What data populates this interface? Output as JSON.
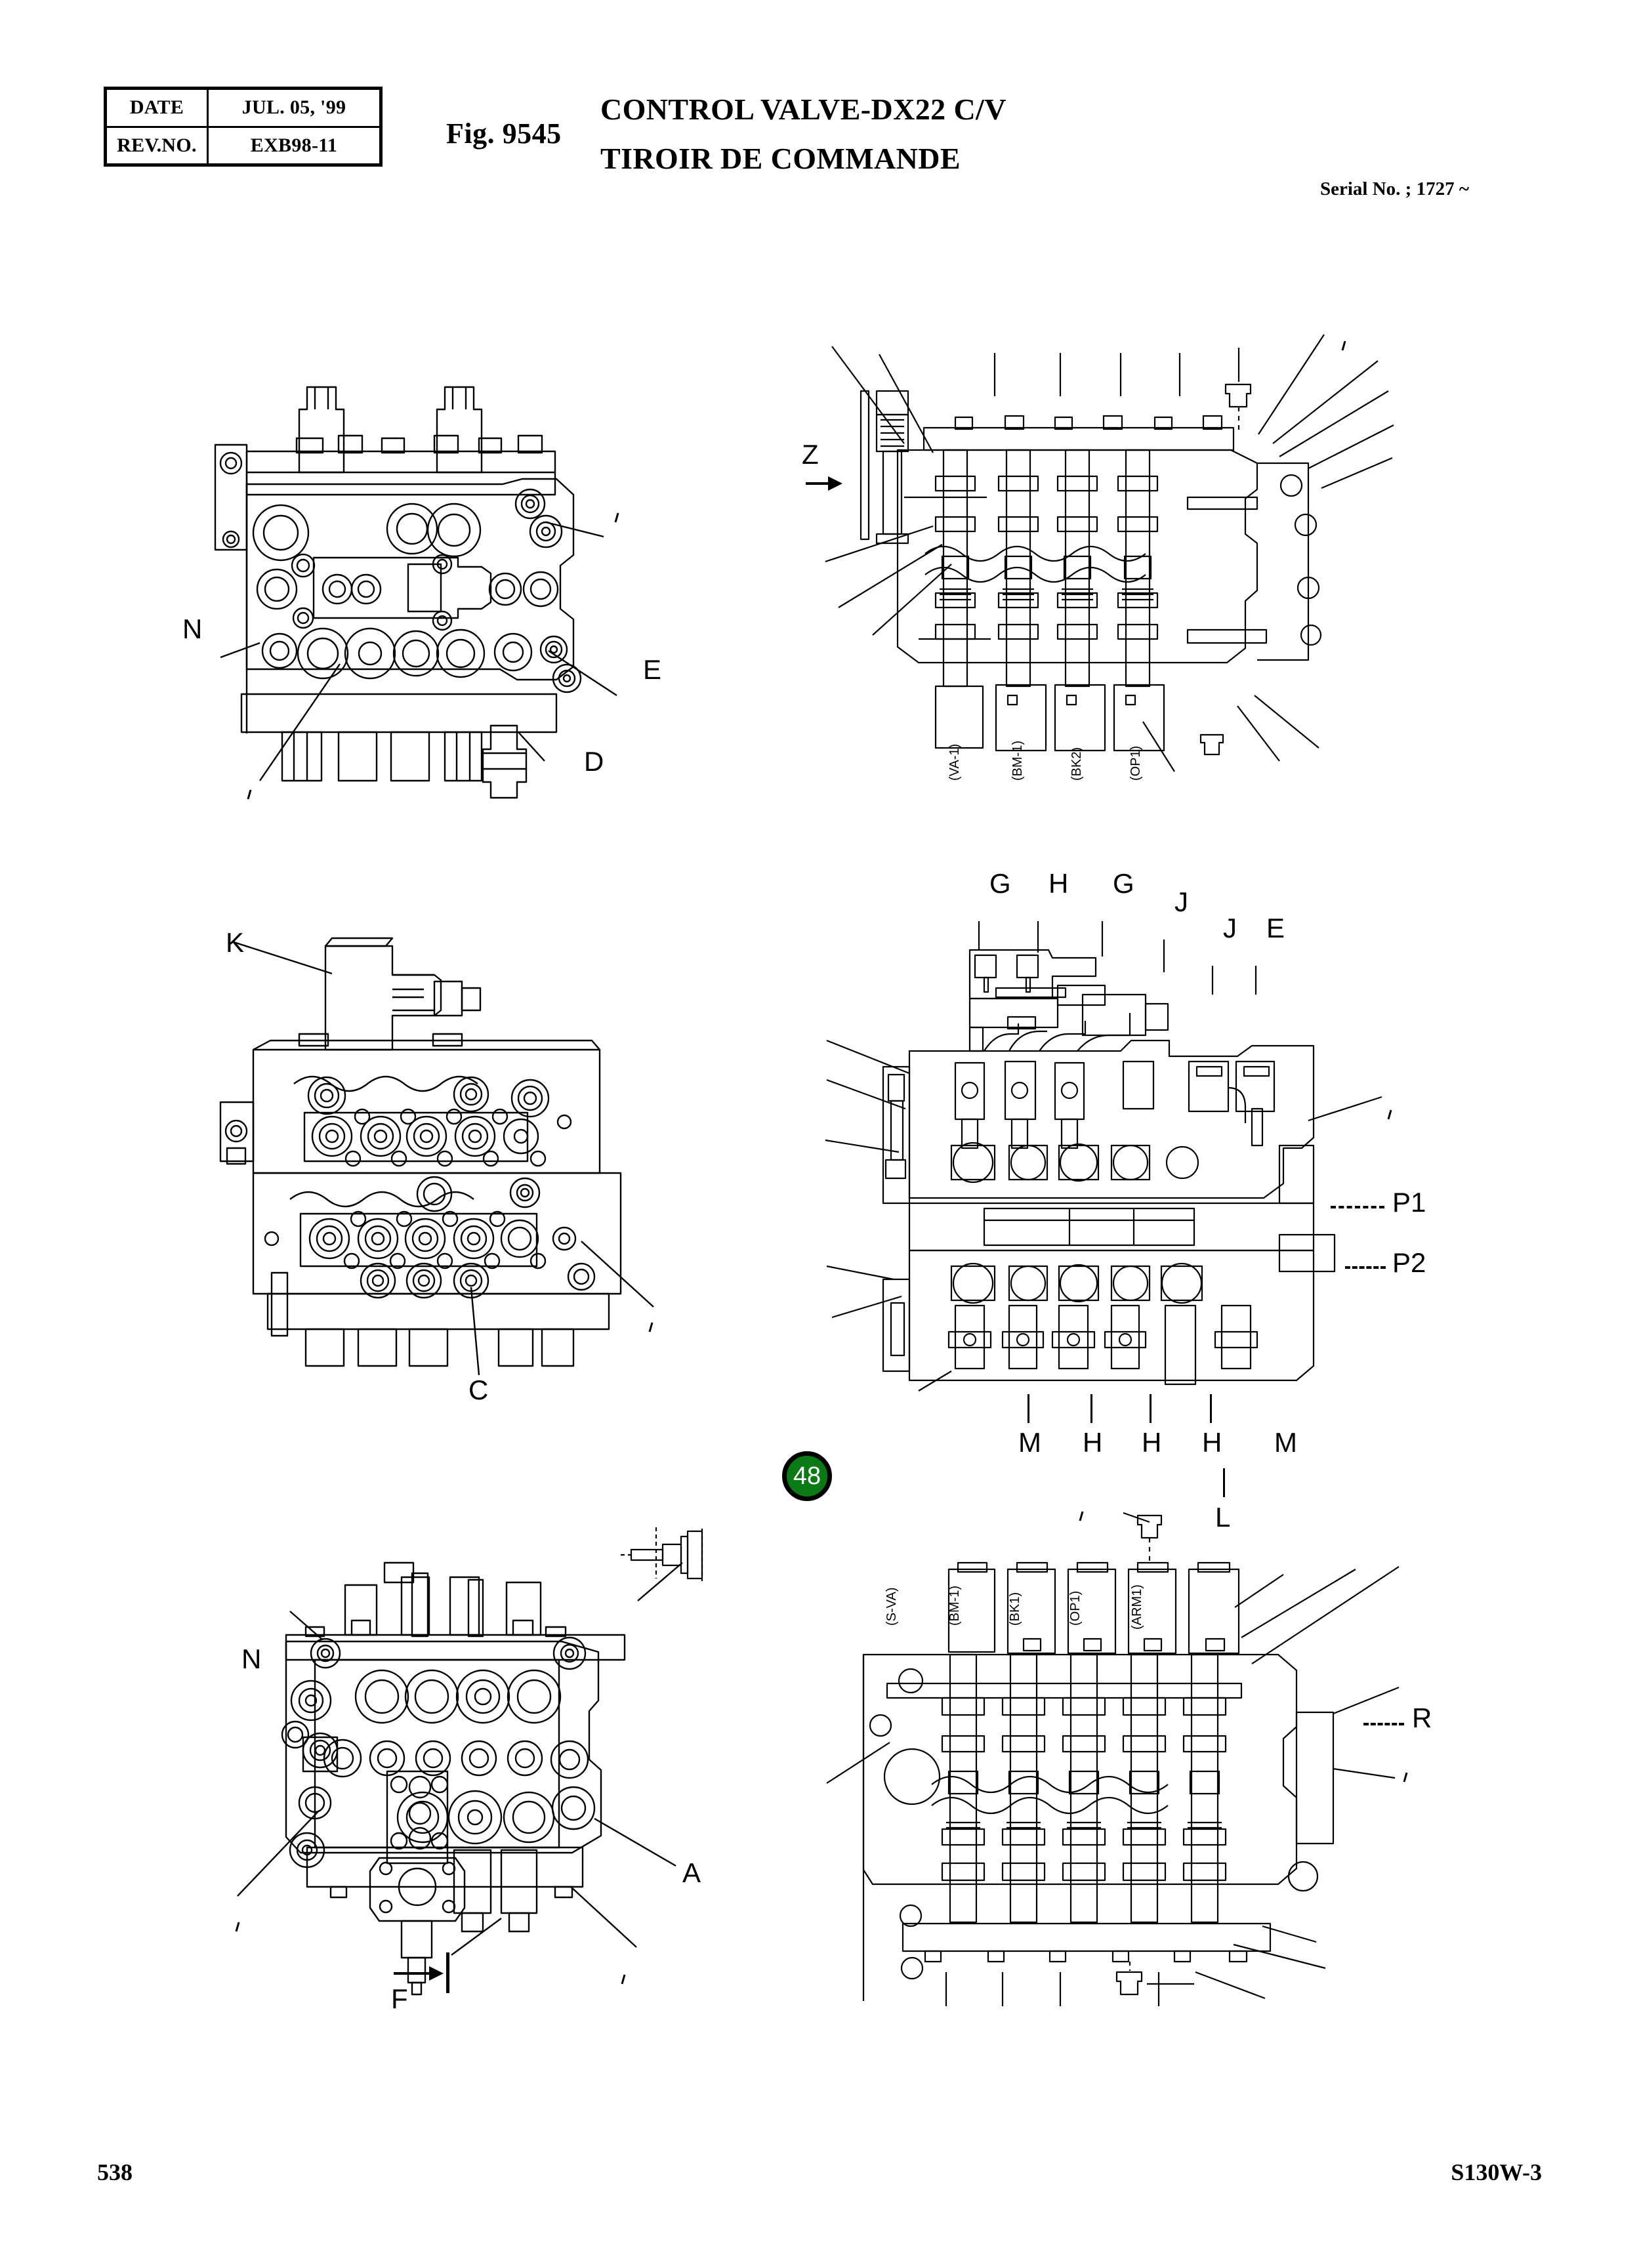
{
  "header": {
    "table": {
      "rows": [
        {
          "label": "DATE",
          "value": "JUL.  05, '99"
        },
        {
          "label": "REV.NO.",
          "value": "EXB98-11"
        }
      ]
    },
    "fig_no": "Fig. 9545",
    "title_en": "CONTROL VALVE-DX22 C/V",
    "title_fr": "TIROIR DE COMMANDE",
    "serial_note": "Serial No. ; 1727 ~"
  },
  "footer": {
    "page_number": "538",
    "model_code": "S130W-3"
  },
  "balloon": {
    "number": "48",
    "fill_color": "#0a7a14",
    "text_color": "#ffffff"
  },
  "figures": [
    {
      "id": "top-left",
      "name": "control-valve-top-view",
      "callouts": [
        {
          "label": "N"
        },
        {
          "label": "E"
        },
        {
          "label": "D"
        }
      ]
    },
    {
      "id": "top-right",
      "name": "control-valve-section-z",
      "view_arrow": "Z",
      "port_tags": [
        "(VA-1)",
        "(BM-1)",
        "(BK2)",
        "(OP1)"
      ]
    },
    {
      "id": "mid-left",
      "name": "control-valve-side-view",
      "callouts": [
        {
          "label": "K"
        },
        {
          "label": "C"
        }
      ]
    },
    {
      "id": "mid-right",
      "name": "control-valve-section-front",
      "callouts_top": [
        "G",
        "H",
        "G",
        "J",
        "J",
        "E"
      ],
      "callouts_right": [
        "P1",
        "P2"
      ],
      "callouts_bottom": [
        "M",
        "H",
        "H",
        "H",
        "L",
        "M"
      ]
    },
    {
      "id": "bottom-left",
      "name": "control-valve-bottom-view",
      "view_arrow": "F",
      "callouts": [
        {
          "label": "N"
        },
        {
          "label": "A"
        }
      ]
    },
    {
      "id": "bottom-right",
      "name": "control-valve-section-r",
      "callouts_right": [
        "R"
      ],
      "port_tags": [
        "(S-VA)",
        "(BM-1)",
        "(BK1)",
        "(OP1)",
        "(ARM1)"
      ]
    }
  ]
}
